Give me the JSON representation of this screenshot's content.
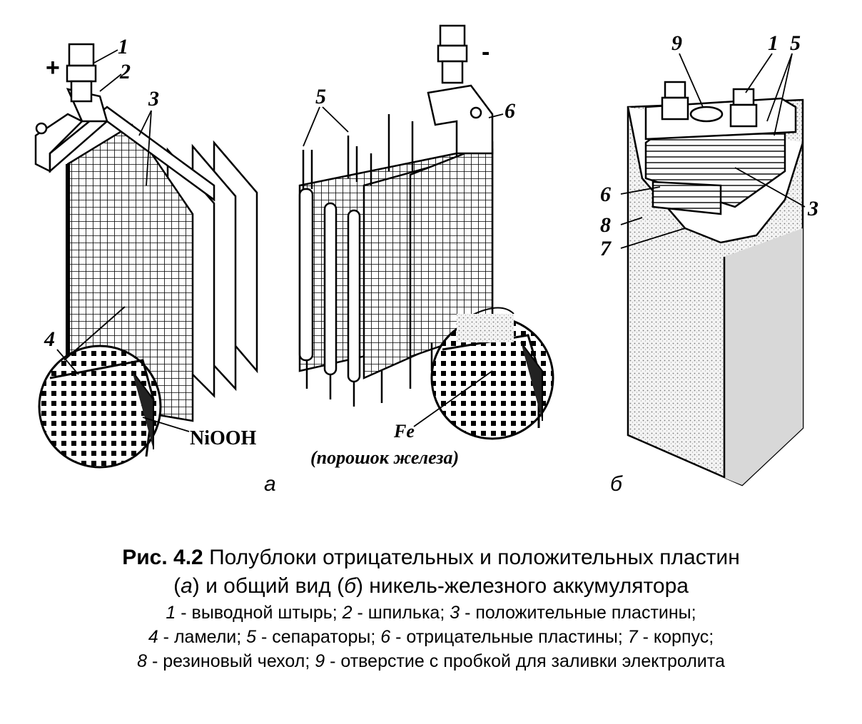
{
  "figure": {
    "left_view": {
      "polarity_plus": "+",
      "polarity_minus": "-",
      "labels": [
        "1",
        "2",
        "3",
        "4",
        "5",
        "6"
      ],
      "nickel_compound": "NiOOH",
      "iron_compound": "Fe",
      "iron_note": "(порошок железа)",
      "panel_label": "а"
    },
    "right_view": {
      "labels": [
        "9",
        "1",
        "5",
        "6",
        "8",
        "7",
        "3"
      ],
      "panel_label": "б"
    }
  },
  "caption": {
    "fig_number": "Рис. 4.2",
    "title_part1": " Полублоки отрицательных и положительных пластин",
    "paren_open_a": "(",
    "a": "а",
    "title_part2": ") и общий вид (",
    "b": "б",
    "title_part3": ") никель-железного аккумулятора",
    "legend": [
      {
        "num": "1",
        "text": " - выводной штырь; "
      },
      {
        "num": "2",
        "text": " - шпилька; "
      },
      {
        "num": "3",
        "text": " - положительные пластины;"
      },
      {
        "num": "4",
        "text": " - ламели; "
      },
      {
        "num": "5",
        "text": " - сепараторы; "
      },
      {
        "num": "6",
        "text": " - отрицательные пластины; "
      },
      {
        "num": "7",
        "text": " - корпус;"
      },
      {
        "num": "8",
        "text": " - резиновый чехол; "
      },
      {
        "num": "9",
        "text": " - отверстие с пробкой для заливки электролита"
      }
    ]
  }
}
